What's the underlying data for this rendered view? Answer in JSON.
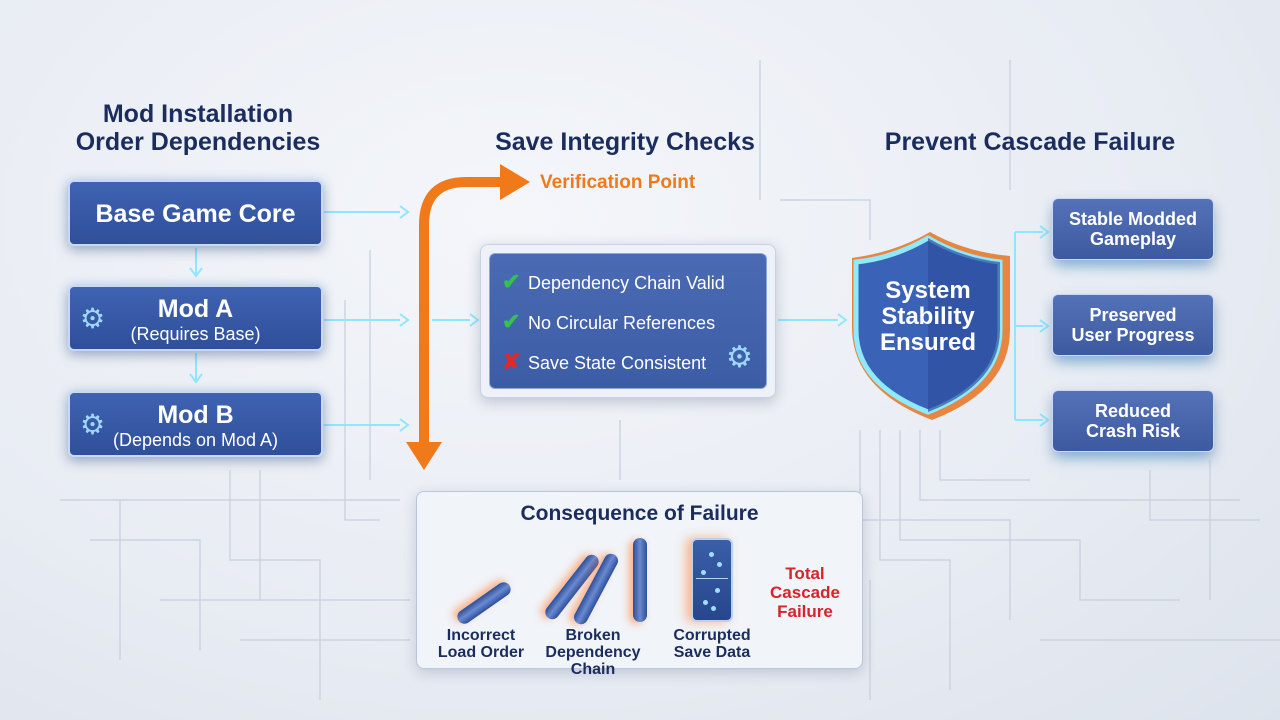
{
  "headings": {
    "mod_order": "Mod Installation\nOrder Dependencies",
    "save_checks": "Save Integrity Checks",
    "prevent": "Prevent Cascade Failure"
  },
  "mods": [
    {
      "title": "Base Game Core",
      "sub": ""
    },
    {
      "title": "Mod A",
      "sub": "(Requires Base)"
    },
    {
      "title": "Mod B",
      "sub": "(Depends on Mod A)"
    }
  ],
  "verification_label": "Verification Point",
  "checks": [
    {
      "status": "ok",
      "icon": "check-icon",
      "text": "Dependency Chain Valid"
    },
    {
      "status": "ok",
      "icon": "check-icon",
      "text": "No Circular References"
    },
    {
      "status": "bad",
      "icon": "cross-icon",
      "text": "Save State Consistent"
    }
  ],
  "shield": {
    "text": "System\nStability\nEnsured",
    "icon": "shield-icon"
  },
  "outcomes": [
    "Stable Modded\nGameplay",
    "Preserved\nUser Progress",
    "Reduced\nCrash Risk"
  ],
  "consequence": {
    "title": "Consequence of Failure",
    "items": [
      "Incorrect\nLoad Order",
      "Broken\nDependency\nChain",
      "Corrupted\nSave Data"
    ],
    "total": "Total\nCascade\nFailure"
  },
  "colors": {
    "accent_orange": "#f07a1a",
    "card_blue": "#3f63b2",
    "heading_navy": "#1b2d5e",
    "fail_red": "#d8232a",
    "check_green": "#33c24a",
    "glow_cyan": "#7fe3ff"
  }
}
